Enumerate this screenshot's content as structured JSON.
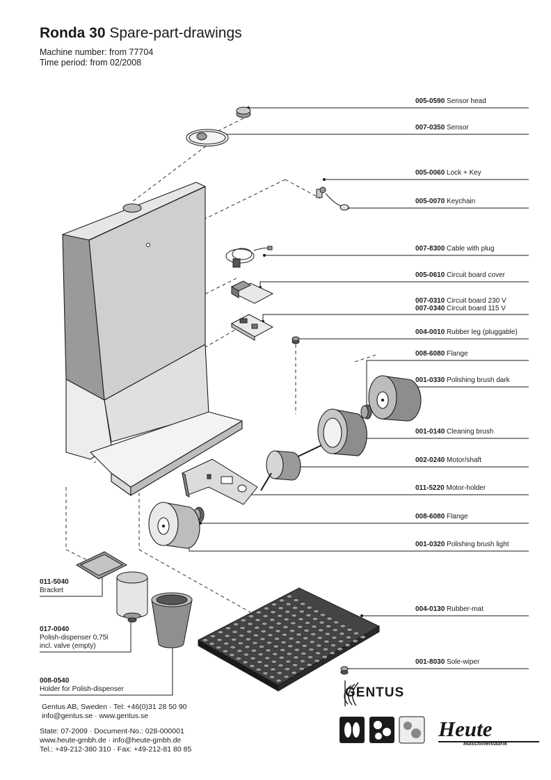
{
  "header": {
    "title_bold": "Ronda 30",
    "title_rest": "Spare-part-drawings",
    "machine_number": "Machine number: from 77704",
    "time_period": "Time period: from 02/2008"
  },
  "parts_right": [
    {
      "code": "005-0590",
      "name": "Sensor head"
    },
    {
      "code": "007-0350",
      "name": "Sensor"
    },
    {
      "code": "005-0060",
      "name": "Lock + Key"
    },
    {
      "code": "005-0070",
      "name": "Keychain"
    },
    {
      "code": "007-8300",
      "name": "Cable with plug"
    },
    {
      "code": "005-0610",
      "name": "Circuit board cover"
    },
    {
      "code": "007-0310",
      "name": "Circuit board 230 V"
    },
    {
      "code": "007-0340",
      "name": "Circuit board 115 V"
    },
    {
      "code": "004-0010",
      "name": "Rubber leg (pluggable)"
    },
    {
      "code": "008-6080",
      "name": "Flange"
    },
    {
      "code": "001-0330",
      "name": "Polishing brush dark"
    },
    {
      "code": "001-0140",
      "name": "Cleaning brush"
    },
    {
      "code": "002-0240",
      "name": "Motor/shaft"
    },
    {
      "code": "011-5220",
      "name": "Motor-holder"
    },
    {
      "code": "008-6080",
      "name": "Flange"
    },
    {
      "code": "001-0320",
      "name": "Polishing brush light"
    },
    {
      "code": "004-0130",
      "name": "Rubber-mat"
    },
    {
      "code": "001-8030",
      "name": "Sole-wiper"
    }
  ],
  "parts_left": [
    {
      "code": "011-5040",
      "name": "Bracket",
      "name2": ""
    },
    {
      "code": "017-0040",
      "name": "Polish-dispenser 0,75l",
      "name2": "incl. valve (empty)"
    },
    {
      "code": "008-0540",
      "name": "Holder for Polish-dispenser",
      "name2": ""
    }
  ],
  "footer": {
    "gentus_line1": "Gentus AB, Sweden  ·  Tel: +46(0)31 28 50 90",
    "gentus_line2": "info@gentus.se  ·  www.gentus.se",
    "state_line": "State: 07-2009  ·  Document-No.: 028-000001",
    "heute_web": "www.heute-gmbh.de · info@heute-gmbh.de",
    "heute_tel": "Tel.: +49-212-380 310 · Fax: +49-212-81 80 85"
  },
  "logos": {
    "gentus": "GENTUS",
    "heute": "Heute",
    "heute_sub": "Maschinenfabrik"
  },
  "colors": {
    "ink": "#1a1a1a",
    "panel_light": "#ececec",
    "panel_mid": "#c8c8c8",
    "panel_dark": "#8c8c8c"
  }
}
